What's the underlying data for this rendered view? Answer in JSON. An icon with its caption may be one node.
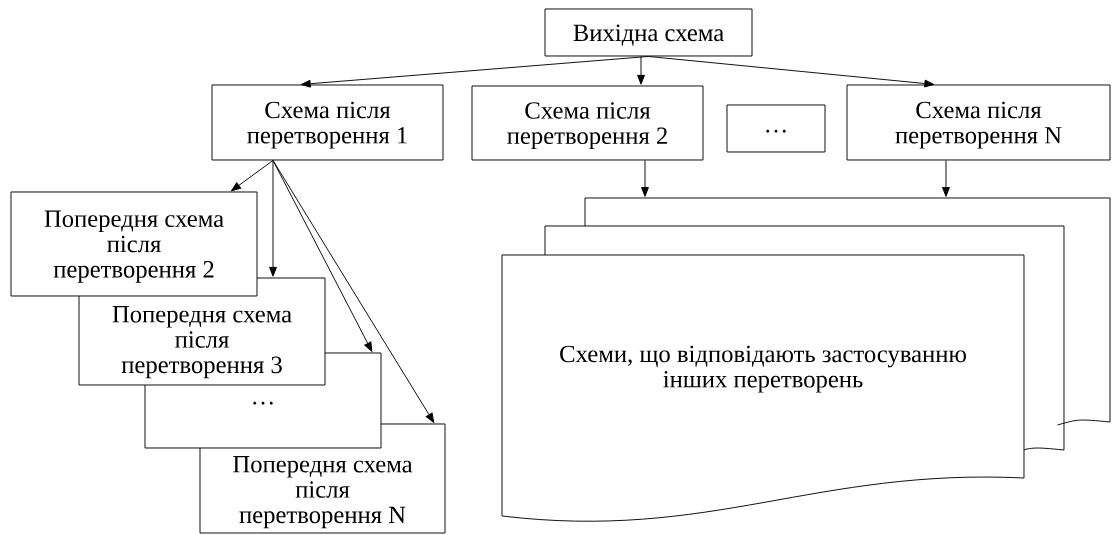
{
  "diagram": {
    "nodes": [
      {
        "text": [
          "Вихідна схема"
        ]
      },
      {
        "text": [
          "Схема після перетворення 1"
        ]
      },
      {
        "text": [
          "Схема після перетворення 2"
        ]
      },
      {
        "text": [
          "…"
        ]
      },
      {
        "text": [
          "Схема після перетворення N"
        ]
      },
      {
        "text": [
          "Попередня схема після перетворення 2"
        ]
      },
      {
        "text": [
          "Попередня схема після перетворення 3"
        ]
      },
      {
        "text": [
          "…"
        ]
      },
      {
        "text": [
          "Попередня схема після перетворення N"
        ]
      },
      {
        "text": [],
        "shape": "document"
      },
      {
        "text": [],
        "shape": "document"
      },
      {
        "text": [
          "Схеми, що відповідають застосуванню інших перетворень"
        ]
      }
    ],
    "edges": [
      {
        "from": 0,
        "to": 1,
        "arrow": "to"
      },
      {
        "from": 0,
        "to": 2,
        "arrow": "to"
      },
      {
        "from": 0,
        "to": 4,
        "arrow": "to"
      },
      {
        "from": 1,
        "to": 5,
        "arrow": "to"
      },
      {
        "from": 1,
        "to": 6,
        "arrow": "to"
      },
      {
        "from": 1,
        "to": 7,
        "arrow": "to"
      },
      {
        "from": 1,
        "to": 8,
        "arrow": "to"
      },
      {
        "from": 2,
        "to": 9,
        "arrow": "to"
      },
      {
        "from": 4,
        "to": 9,
        "arrow": "to"
      }
    ]
  }
}
